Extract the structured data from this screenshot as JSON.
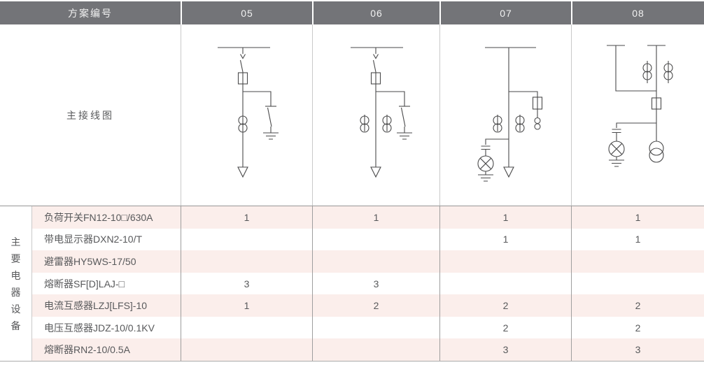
{
  "header": {
    "plan_label": "方案编号",
    "schemes": [
      "05",
      "06",
      "07",
      "08"
    ]
  },
  "diagram_row": {
    "label": "主接线图"
  },
  "side": {
    "label": "主要电器设备",
    "chars": [
      "主",
      "要",
      "电",
      "器",
      "设",
      "备"
    ]
  },
  "rows": [
    {
      "name": "负荷开关FN12-10□/630A",
      "q": [
        "1",
        "1",
        "1",
        "1"
      ]
    },
    {
      "name": "带电显示器DXN2-10/T",
      "q": [
        "",
        "",
        "1",
        "1"
      ]
    },
    {
      "name": "避雷器HY5WS-17/50",
      "q": [
        "",
        "",
        "",
        ""
      ]
    },
    {
      "name": "熔断器SF[D]LAJ-□",
      "q": [
        "3",
        "3",
        "",
        ""
      ]
    },
    {
      "name": "电流互感器LZJ[LFS]-10",
      "q": [
        "1",
        "2",
        "2",
        "2"
      ]
    },
    {
      "name": "电压互感器JDZ-10/0.1KV",
      "q": [
        "",
        "",
        "2",
        "2"
      ]
    },
    {
      "name": "熔断器RN2-10/0.5A",
      "q": [
        "",
        "",
        "3",
        "3"
      ]
    }
  ],
  "colors": {
    "header_bg": "#737478",
    "header_text": "#f2f2f2",
    "row_pink": "#fbeeeb",
    "text": "#58595b",
    "divider_dark": "#9e9e9e",
    "divider_light": "#c9c9c9",
    "diagram_line": "#4a4a4b"
  }
}
